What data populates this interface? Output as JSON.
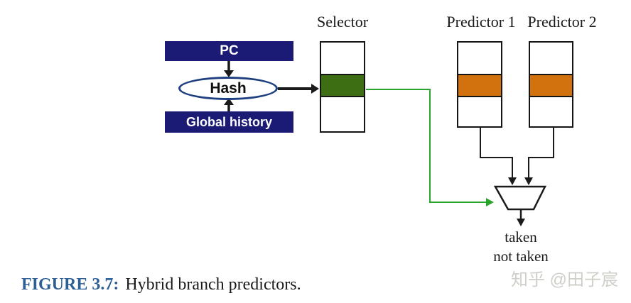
{
  "diagram": {
    "column_labels": {
      "selector": "Selector",
      "predictor1": "Predictor 1",
      "predictor2": "Predictor 2"
    },
    "inputs": {
      "pc": "PC",
      "hash": "Hash",
      "global_history": "Global history"
    },
    "output": {
      "line1": "taken",
      "line2": "not taken"
    },
    "colors": {
      "navy_box": "#1b1b75",
      "hash_ellipse_border": "#1e4080",
      "selector_highlight": "#3d6e14",
      "predictor_highlight": "#d2720e",
      "select_wire_green": "#2aa32a",
      "wire_black": "#1a1a1a"
    }
  },
  "caption": {
    "figure_label": "FIGURE 3.7:",
    "figure_text": "Hybrid branch predictors.",
    "color": "#2e5f94"
  },
  "watermark": {
    "text": "知乎 @田子宸",
    "color": "#cfcfca"
  }
}
